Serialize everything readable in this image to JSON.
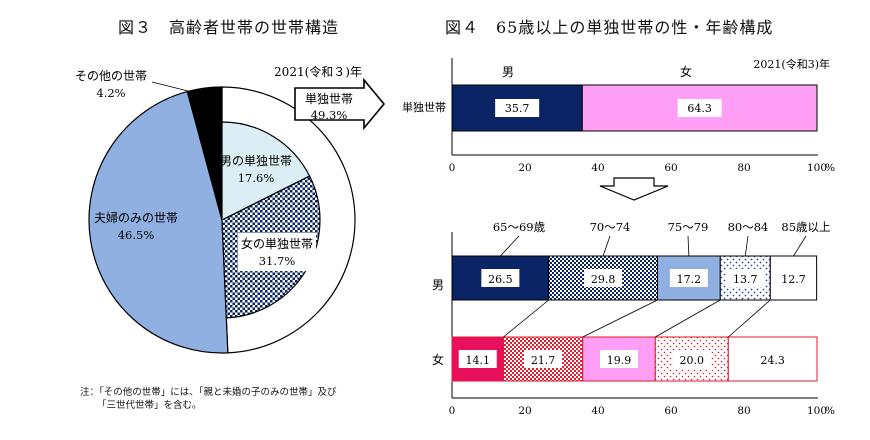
{
  "left": {
    "title": "図３　高齢者世帯の世帯構造",
    "year": "2021(令和３)年",
    "labels": {
      "other": [
        "その他の世帯",
        "4.2%"
      ],
      "single": [
        "単独世帯",
        "49.3%"
      ],
      "male_single": [
        "男の単独世帯",
        "17.6%"
      ],
      "female_single": [
        "女の単独世帯",
        "31.7%"
      ],
      "couple": [
        "夫婦のみの世帯",
        "46.5%"
      ]
    },
    "note": [
      "注：「その他の世帯」には、「親と未婚の子のみの世帯」及び",
      "「三世代世帯」を含む。"
    ]
  },
  "right": {
    "title": "図４　65歳以上の単独世帯の性・年齢構成",
    "year": "2021(令和3)年",
    "top_row_label": "単独世帯",
    "sex_labels": [
      "男",
      "女"
    ],
    "axis_ticks": [
      "0",
      "20",
      "40",
      "60",
      "80",
      "100"
    ],
    "axis_unit": "%",
    "age_labels": [
      "65～69歳",
      "70～74",
      "75～79",
      "80～84",
      "85歳以上"
    ],
    "row_labels": [
      "男",
      "女"
    ]
  },
  "colors": {
    "navy": "#0b2466",
    "pink": "#ff9ef5",
    "light_blue": "#8fb0e0",
    "pale_blue": "#dbeef6",
    "crimson": "#e8105c",
    "red": "#e21a2a",
    "black": "#000000"
  },
  "chart_data": [
    {
      "type": "pie",
      "title": "図３　高齢者世帯の世帯構造",
      "outer_ring": [
        {
          "label": "単独世帯",
          "value": 49.3
        },
        {
          "label": "夫婦のみの世帯",
          "value": 46.5
        },
        {
          "label": "その他の世帯",
          "value": 4.2
        }
      ],
      "inner_split_of_single": [
        {
          "label": "男の単独世帯",
          "value": 17.6
        },
        {
          "label": "女の単独世帯",
          "value": 31.7
        }
      ]
    },
    {
      "type": "bar",
      "orientation": "horizontal-stacked",
      "categories": [
        "単独世帯"
      ],
      "series": [
        {
          "name": "男",
          "values": [
            35.7
          ]
        },
        {
          "name": "女",
          "values": [
            64.3
          ]
        }
      ],
      "xlim": [
        0,
        100
      ]
    },
    {
      "type": "bar",
      "orientation": "horizontal-stacked",
      "categories": [
        "男",
        "女"
      ],
      "series": [
        {
          "name": "65～69歳",
          "values": [
            26.5,
            14.1
          ]
        },
        {
          "name": "70～74",
          "values": [
            29.8,
            21.7
          ]
        },
        {
          "name": "75～79",
          "values": [
            17.2,
            19.9
          ]
        },
        {
          "name": "80～84",
          "values": [
            13.7,
            20.0
          ]
        },
        {
          "name": "85歳以上",
          "values": [
            12.7,
            24.3
          ]
        }
      ],
      "xlim": [
        0,
        100
      ]
    }
  ]
}
